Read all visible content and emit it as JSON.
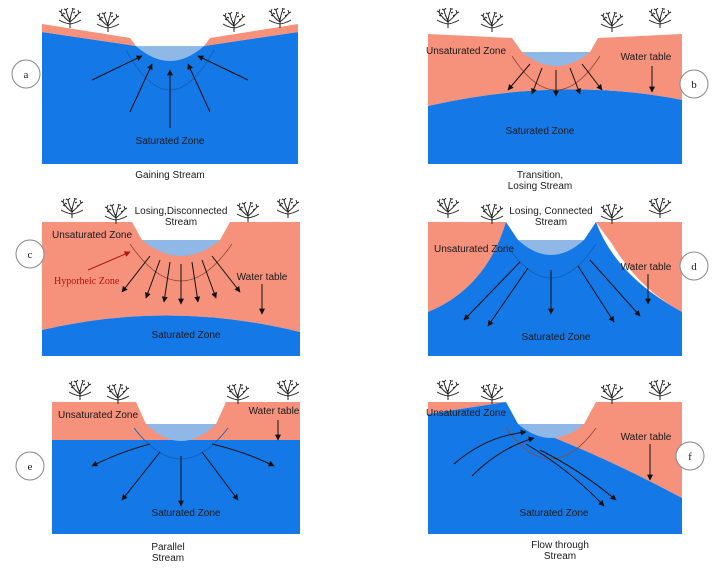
{
  "colors": {
    "saturated": "#1478e6",
    "unsaturated": "#f6917c",
    "stream": "#8fb8e6",
    "arrow": "#111111",
    "hyporheic_label": "#b01414"
  },
  "panels": [
    {
      "id": "a",
      "badge": "a",
      "caption": "Gaining Stream",
      "labels": {
        "saturated": "Saturated Zone",
        "unsaturated": "",
        "water_table": "",
        "stream_title": "",
        "hyporheic": ""
      }
    },
    {
      "id": "b",
      "badge": "b",
      "caption": "Transition, Losing Stream",
      "labels": {
        "saturated": "Saturated Zone",
        "unsaturated": "Unsaturated Zone",
        "water_table": "Water table",
        "stream_title": "",
        "hyporheic": ""
      }
    },
    {
      "id": "c",
      "badge": "c",
      "caption": "",
      "labels": {
        "saturated": "Saturated Zone",
        "unsaturated": "Unsaturated Zone",
        "water_table": "Water table",
        "stream_title": "Losing,Disconnected Stream",
        "hyporheic": "Hyporheic Zone"
      }
    },
    {
      "id": "d",
      "badge": "d",
      "caption": "",
      "labels": {
        "saturated": "Saturated Zone",
        "unsaturated": "Unsaturated Zone",
        "water_table": "Water table",
        "stream_title": "Losing, Connected Stream",
        "hyporheic": ""
      }
    },
    {
      "id": "e",
      "badge": "e",
      "caption": "Parallel Stream",
      "labels": {
        "saturated": "Saturated Zone",
        "unsaturated": "Unsaturated Zone",
        "water_table": "Water table",
        "stream_title": "",
        "hyporheic": ""
      }
    },
    {
      "id": "f",
      "badge": "f",
      "caption": "Flow through Stream",
      "labels": {
        "saturated": "Saturated Zone",
        "unsaturated": "Unsaturated Zone",
        "water_table": "Water table",
        "stream_title": "",
        "hyporheic": ""
      }
    }
  ]
}
